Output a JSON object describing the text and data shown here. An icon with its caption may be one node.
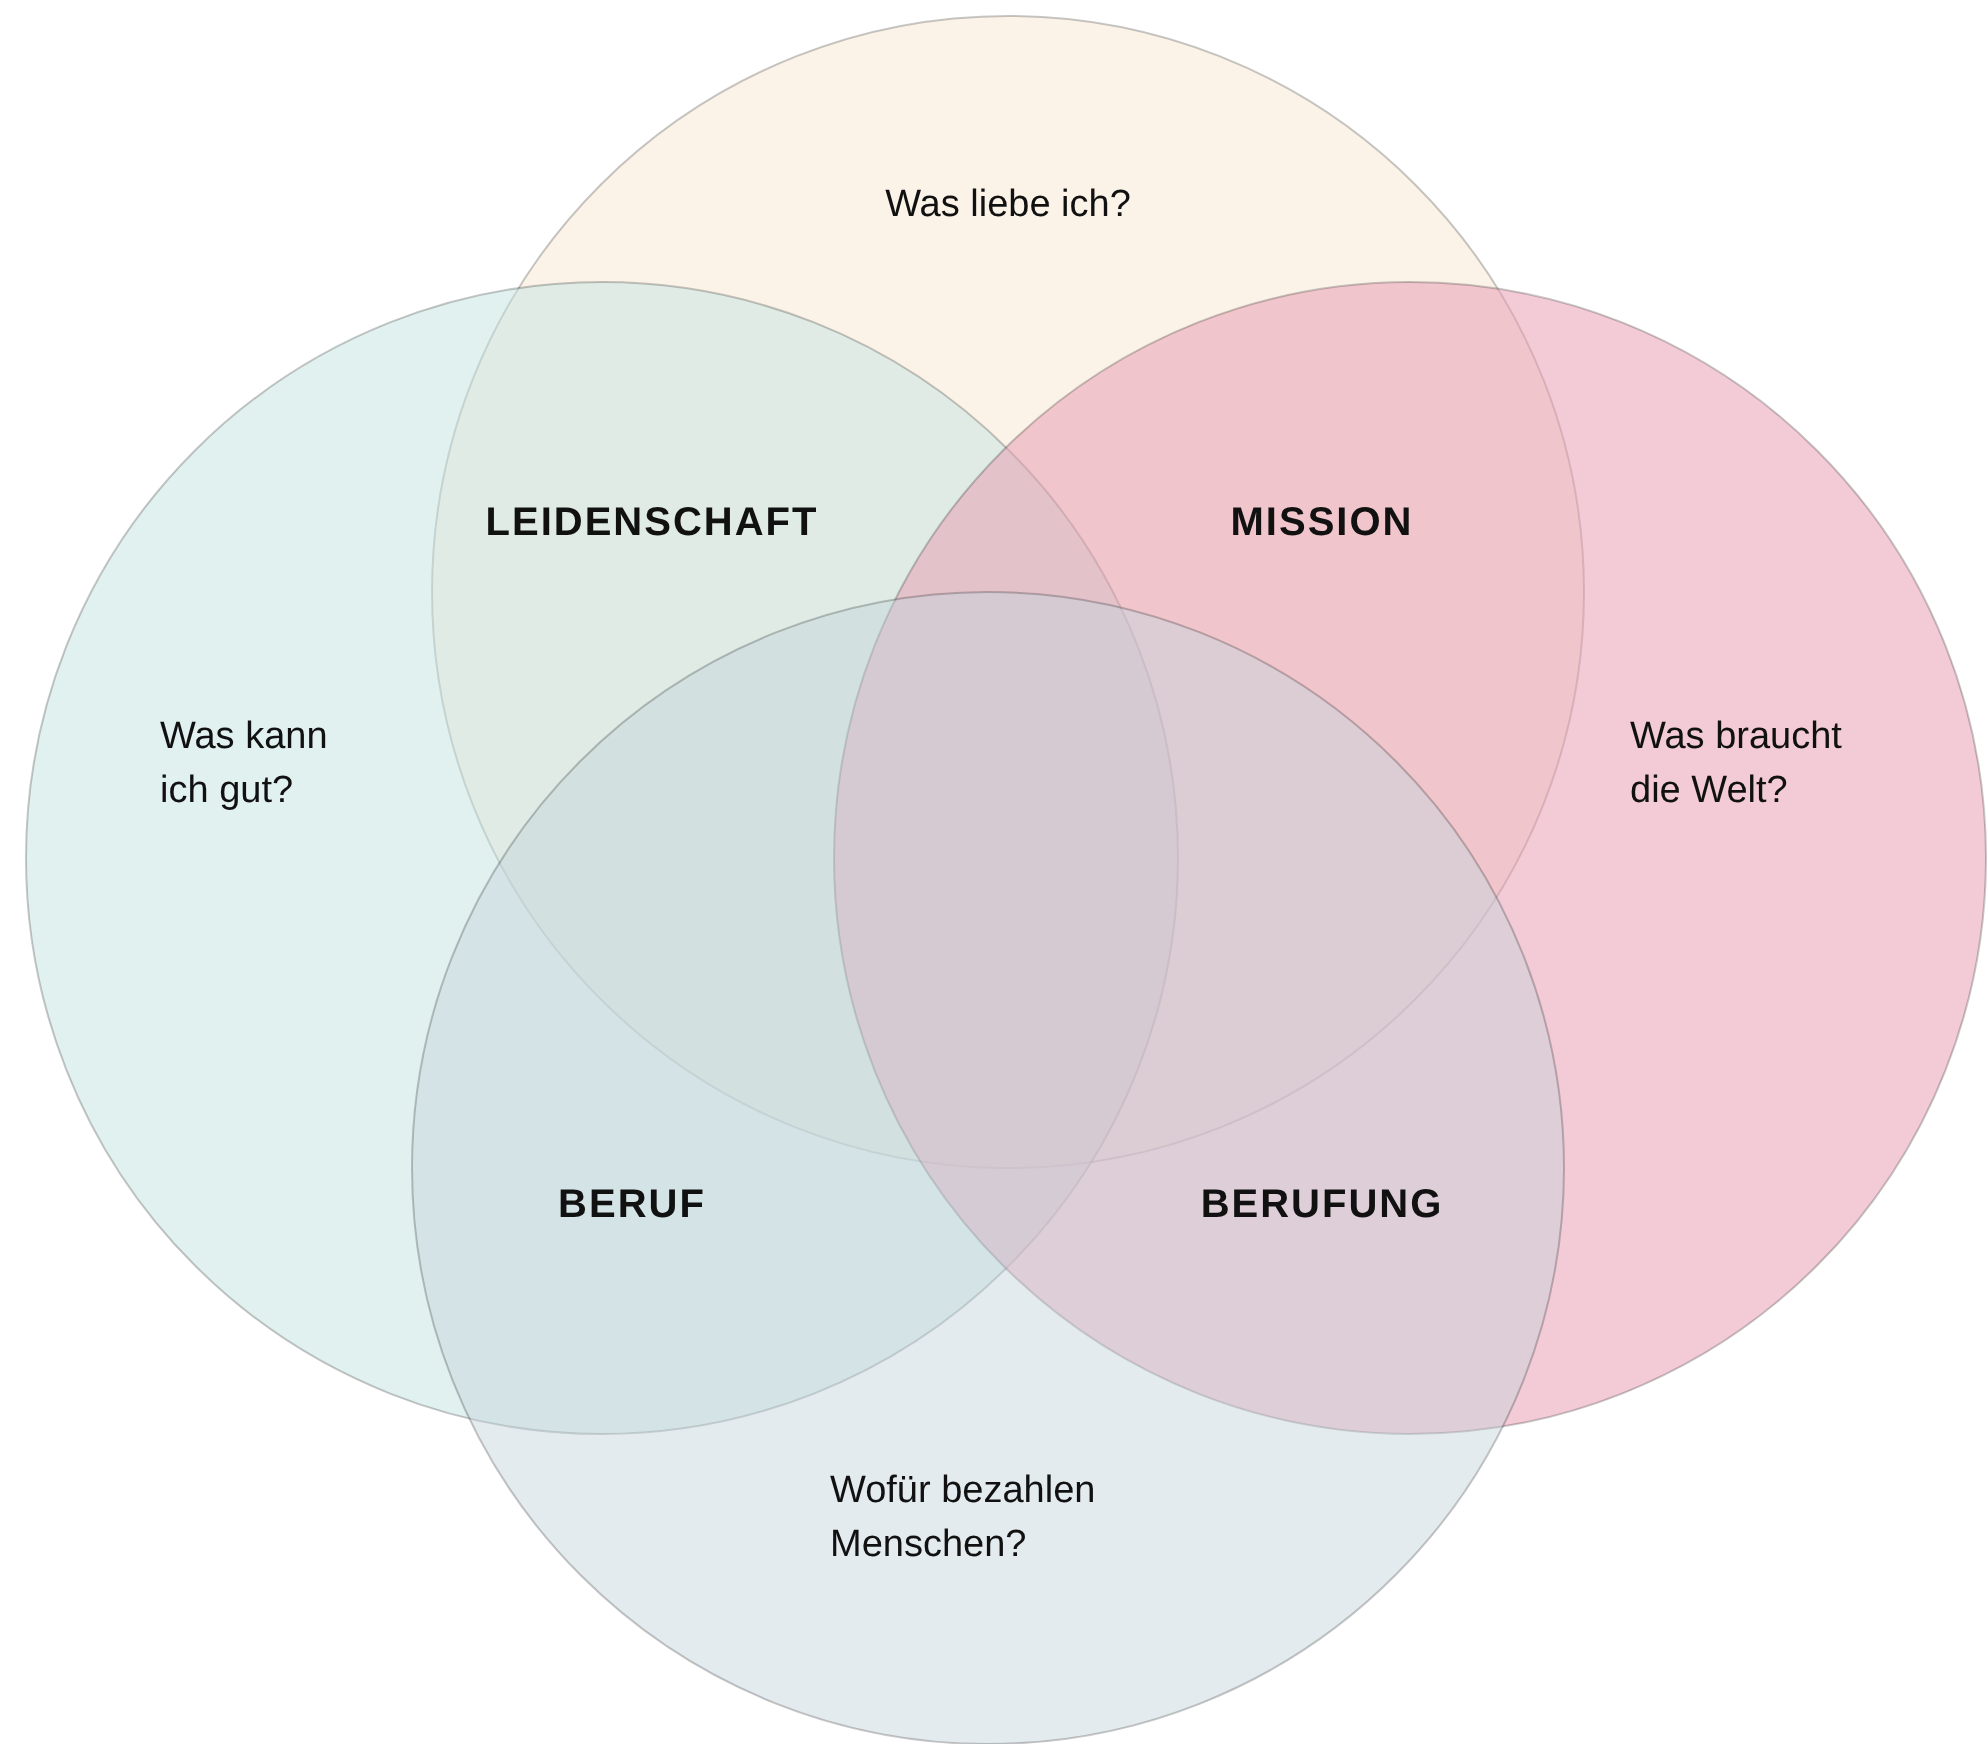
{
  "diagram": {
    "nodes": [
      {
        "text": [
          "Was liebe ich?"
        ]
      },
      {
        "text": [
          "Was kann ich gut?"
        ]
      },
      {
        "text": [
          "Was braucht die Welt?"
        ]
      },
      {
        "text": [
          "Wofür bezahlen Menschen?"
        ]
      }
    ],
    "labels": [
      "LEIDENSCHAFT",
      "MISSION",
      "BERUF",
      "BERUFUNG"
    ]
  }
}
